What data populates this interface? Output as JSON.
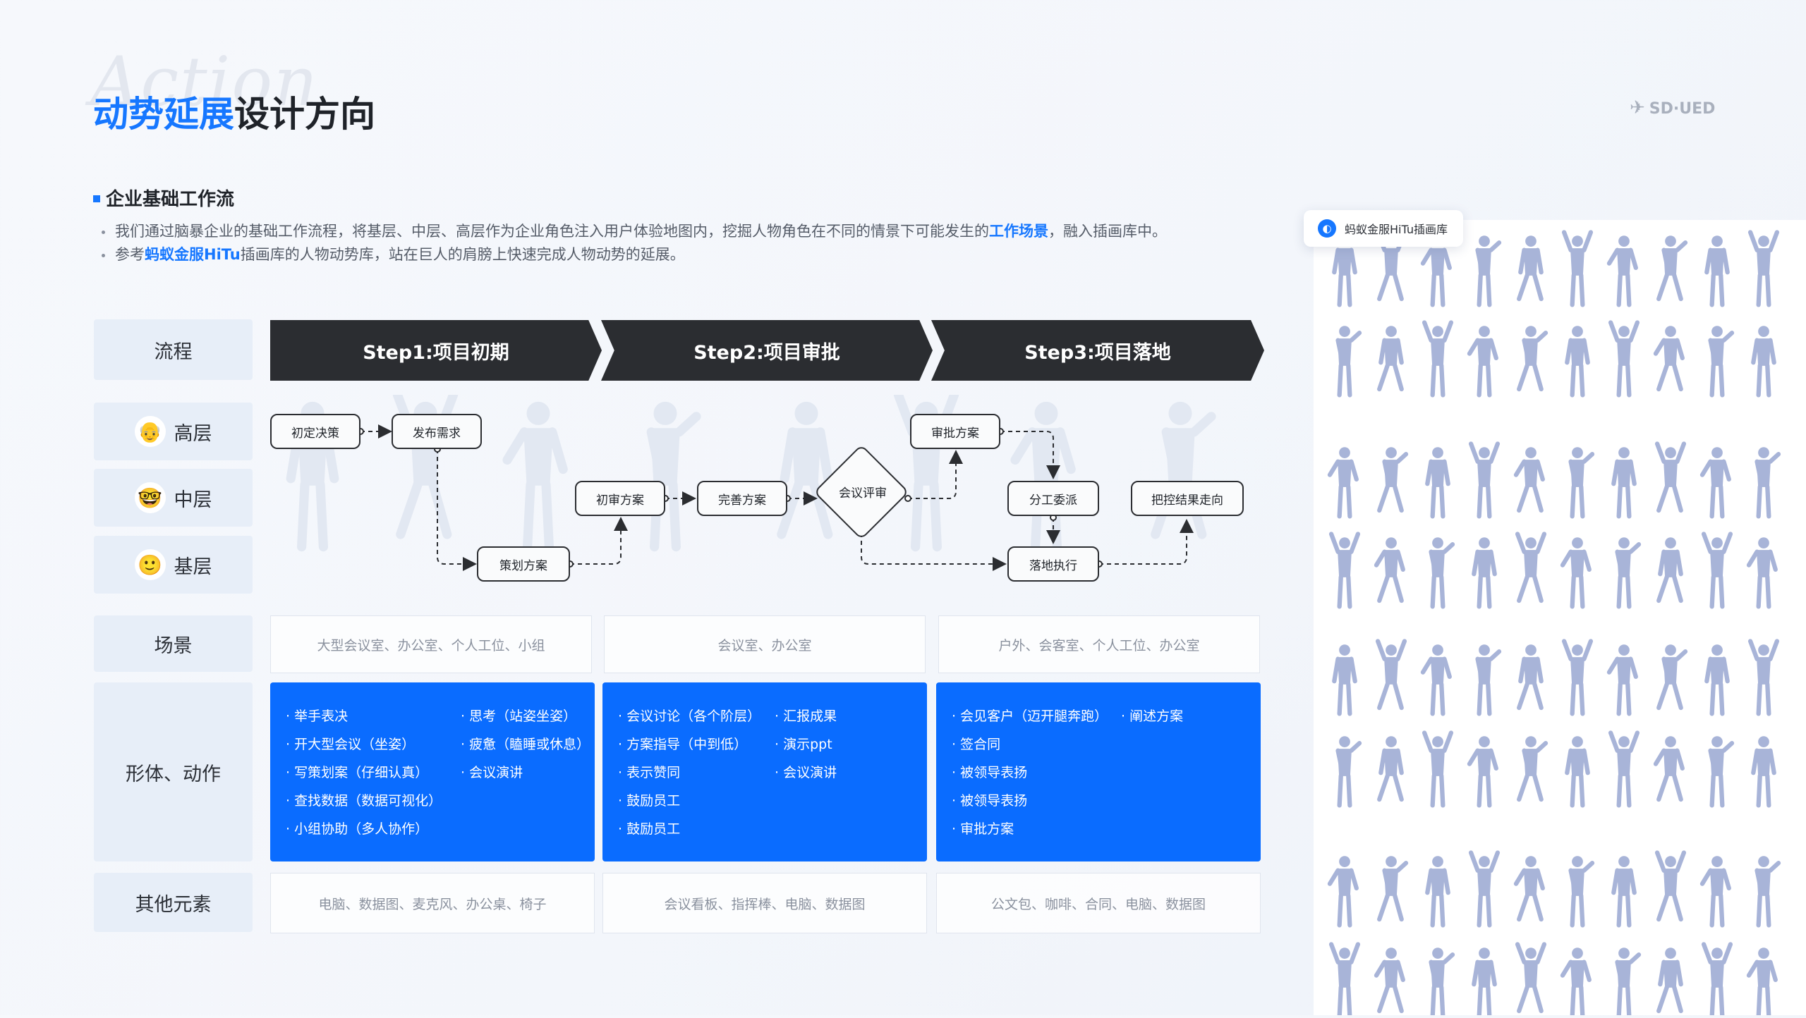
{
  "header": {
    "bg_word": "Action",
    "title_highlight": "动势延展",
    "title_rest": "设计方向",
    "logo_text": "SD·UED"
  },
  "section": {
    "title": "企业基础工作流",
    "bullet1_a": "我们通过脑暴企业的基础工作流程，将基层、中层、高层作为企业角色注入用户体验地图内，挖掘人物角色在不同的情景下可能发生的",
    "bullet1_em": "工作场景",
    "bullet1_b": "，融入插画库中。",
    "bullet2_a": "参考",
    "bullet2_em": "蚂蚁金服HiTu",
    "bullet2_b": "插画库的人物动势库，站在巨人的肩膀上快速完成人物动势的延展。"
  },
  "rows": {
    "process": "流程",
    "senior": "高层",
    "middle": "中层",
    "junior": "基层",
    "scene": "场景",
    "action": "形体、动作",
    "other": "其他元素"
  },
  "steps": [
    "Step1:项目初期",
    "Step2:项目审批",
    "Step3:项目落地"
  ],
  "flow": {
    "n1": "初定决策",
    "n2": "发布需求",
    "n3": "策划方案",
    "n4": "初审方案",
    "n5": "完善方案",
    "n6": "会议评审",
    "n7": "审批方案",
    "n8": "分工委派",
    "n9": "落地执行",
    "n10": "把控结果走向"
  },
  "scenes": [
    "大型会议室、办公室、个人工位、小组",
    "会议室、办公室",
    "户外、会客室、个人工位、办公室"
  ],
  "actions": {
    "b1c1": [
      "· 举手表决",
      "· 开大型会议（坐姿）",
      "· 写策划案（仔细认真）",
      "· 查找数据（数据可视化）",
      "· 小组协助（多人协作）"
    ],
    "b1c2": [
      "· 思考（站姿坐姿）",
      "· 疲惫（瞌睡或休息）",
      "· 会议演讲"
    ],
    "b2c1": [
      "· 会议讨论（各个阶层）",
      "· 方案指导（中到低）",
      "· 表示赞同",
      "· 鼓励员工",
      "· 鼓励员工"
    ],
    "b2c2": [
      "· 汇报成果",
      "· 演示ppt",
      "· 会议演讲"
    ],
    "b3c1": [
      "· 会见客户（迈开腿奔跑）",
      "· 签合同",
      "· 被领导表扬",
      "· 被领导表扬",
      "· 审批方案"
    ],
    "b3c2": [
      "· 阐述方案"
    ]
  },
  "others": [
    "电脑、数据图、麦克风、办公桌、椅子",
    "会议看板、指挥棒、电脑、数据图",
    "公文包、咖啡、合同、电脑、数据图"
  ],
  "library_tag": "蚂蚁金服HiTu插画库",
  "colors": {
    "accent": "#1677ff",
    "dark": "#2b2d31",
    "figure": "#a8b4d8"
  }
}
